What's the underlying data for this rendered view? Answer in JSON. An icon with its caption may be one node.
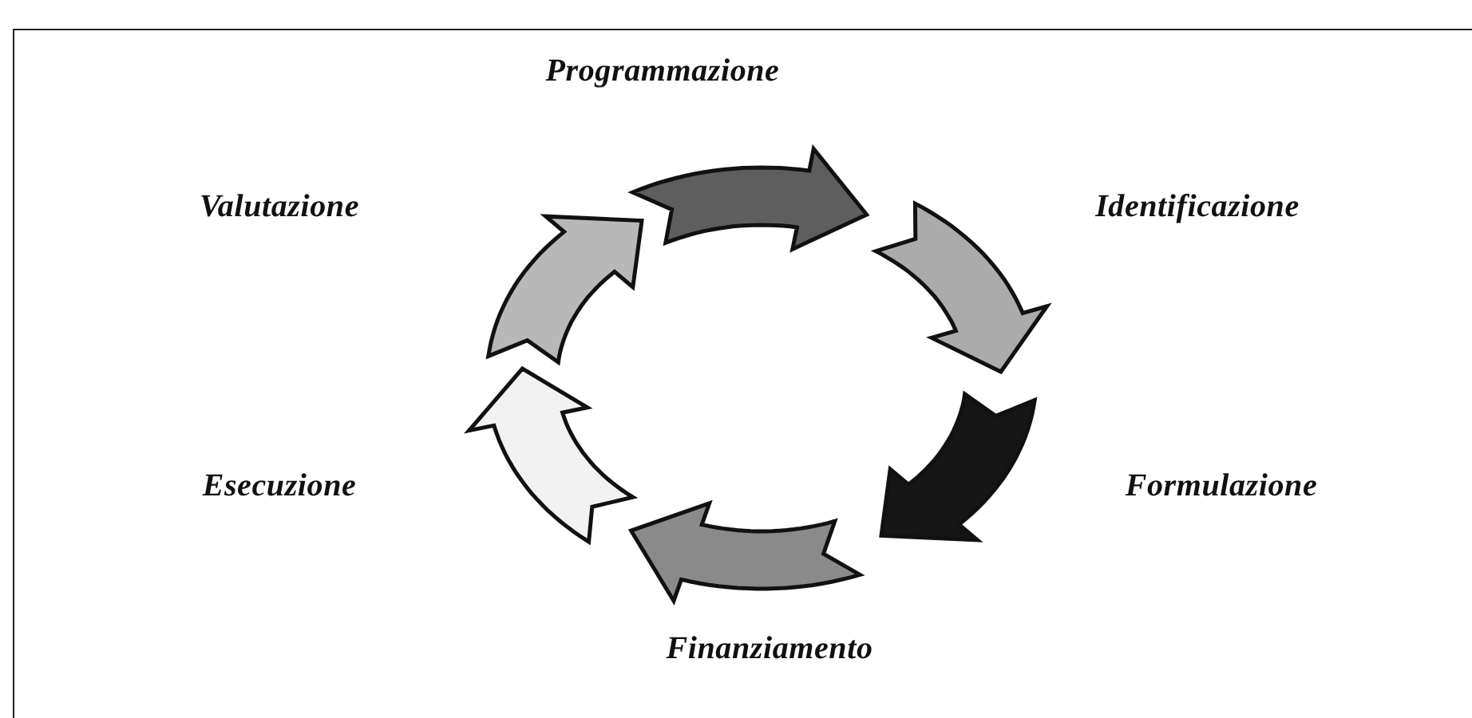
{
  "diagram": {
    "nodes": [
      {
        "text": [
          "Programmazione"
        ]
      },
      {
        "text": [
          "Identificazione"
        ]
      },
      {
        "text": [
          "Valutazione"
        ]
      },
      {
        "text": [
          "Formulazione"
        ]
      },
      {
        "text": [
          "Esecuzione"
        ]
      },
      {
        "text": [
          "Finanziamento"
        ]
      }
    ]
  }
}
